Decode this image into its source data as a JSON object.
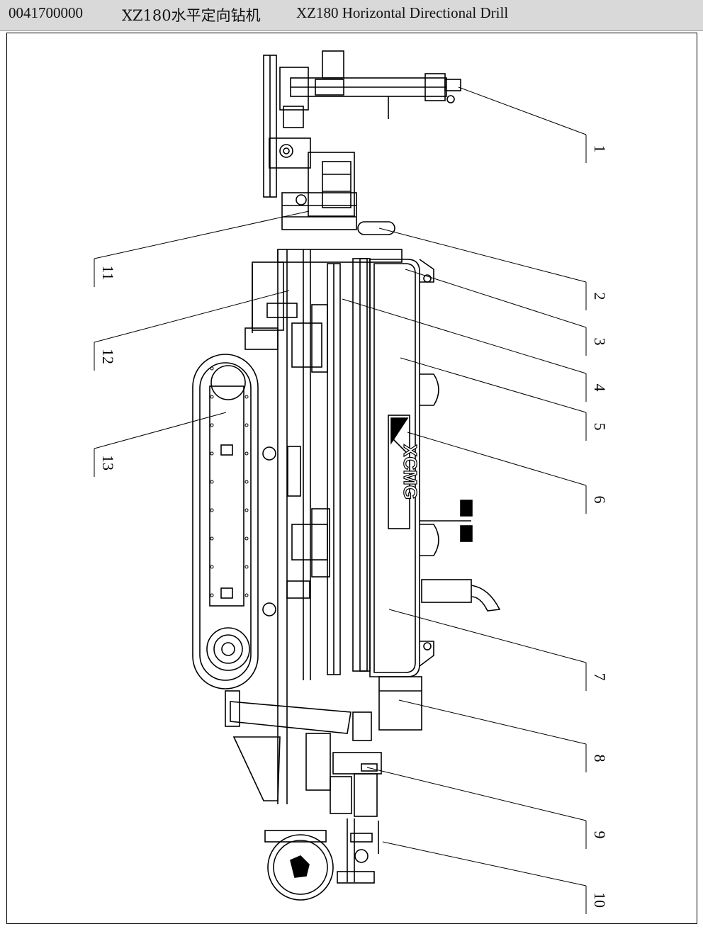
{
  "header": {
    "part_code": "0041700000",
    "title_zh": "XZ180水平定向钻机",
    "title_en": "XZ180 Horizontal Directional Drill"
  },
  "drawing": {
    "brand_logo_text": "XCMG",
    "callouts": [
      "1",
      "2",
      "3",
      "4",
      "5",
      "6",
      "7",
      "8",
      "9",
      "10",
      "11",
      "12",
      "13"
    ]
  }
}
